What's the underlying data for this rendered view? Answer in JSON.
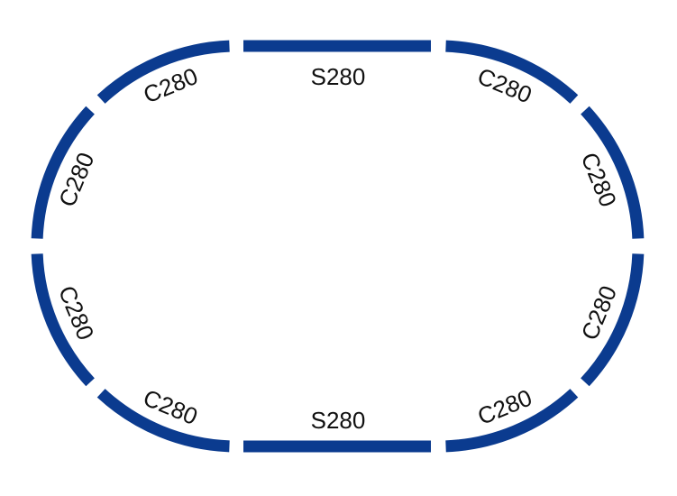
{
  "diagram": {
    "type": "oval-track-layout",
    "track_color": "#0b3b8f",
    "straights": [
      {
        "position": "top",
        "label": "S280"
      },
      {
        "position": "bottom",
        "label": "S280"
      }
    ],
    "curves": [
      {
        "position": "top-left",
        "label": "C280"
      },
      {
        "position": "left-upper",
        "label": "C280"
      },
      {
        "position": "left-lower",
        "label": "C280"
      },
      {
        "position": "bottom-left",
        "label": "C280"
      },
      {
        "position": "top-right",
        "label": "C280"
      },
      {
        "position": "right-upper",
        "label": "C280"
      },
      {
        "position": "right-lower",
        "label": "C280"
      },
      {
        "position": "bottom-right",
        "label": "C280"
      }
    ]
  }
}
